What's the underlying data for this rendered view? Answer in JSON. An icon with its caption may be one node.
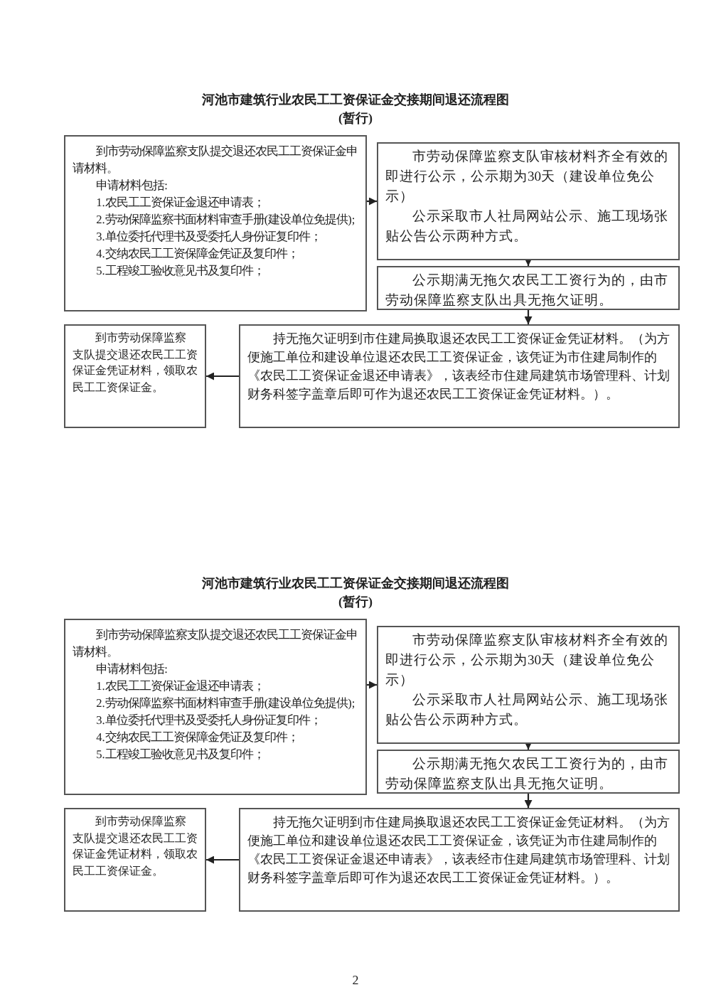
{
  "diagram": {
    "nodes": [
      {
        "text": [
          "到市劳动保障监察支队提交退还农民工工资保证金申请材料。",
          "申请材料包括:",
          "1.农民工工资保证金退还申请表；",
          "2.劳动保障监察书面材料审查手册(建设单位免提供);",
          "3.单位委托代理书及受委托人身份证复印件；",
          "4.交纳农民工工资保障金凭证及复印件；",
          "5.工程竣工验收意见书及复印件；"
        ]
      },
      {
        "text": [
          "市劳动保障监察支队审核材料齐全有效的即进行公示，公示期为30天（建设单位免公示）",
          "公示采取市人社局网站公示、施工现场张贴公告公示两种方式。"
        ]
      },
      {
        "text": [
          "公示期满无拖欠农民工工资行为的，由市劳动保障监察支队出具无拖欠证明。"
        ]
      },
      {
        "text": [
          "持无拖欠证明到市住建局换取退还农民工工资保证金凭证材料。（为方便施工单位和建设单位退还农民工工资保证金，该凭证为市住建局制作的《农民工工资保证金退还申请表》，该表经市住建局建筑市场管理科、计划财务科签字盖章后即可作为退还农民工工资保证金凭证材料。）。"
        ]
      },
      {
        "text": [
          "到市劳动保障监察支队提交退还农民工工资保证金凭证材料，领取农民工工资保证金。"
        ]
      },
      {
        "text": [
          "到市劳动保障监察支队提交退还农民工工资保证金申请材料。",
          "申请材料包括:",
          "1.农民工工资保证金退还申请表；",
          "2.劳动保障监察书面材料审查手册(建设单位免提供);",
          "3.单位委托代理书及受委托人身份证复印件；",
          "4.交纳农民工工资保障金凭证及复印件；",
          "5.工程竣工验收意见书及复印件；"
        ]
      },
      {
        "text": [
          "市劳动保障监察支队审核材料齐全有效的即进行公示，公示期为30天（建设单位免公示）",
          "公示采取市人社局网站公示、施工现场张贴公告公示两种方式。"
        ]
      },
      {
        "text": [
          "公示期满无拖欠农民工工资行为的，由市劳动保障监察支队出具无拖欠证明。"
        ]
      },
      {
        "text": [
          "持无拖欠证明到市住建局换取退还农民工工资保证金凭证材料。（为方便施工单位和建设单位退还农民工工资保证金，该凭证为市住建局制作的《农民工工资保证金退还申请表》，该表经市住建局建筑市场管理科、计划财务科签字盖章后即可作为退还农民工工资保证金凭证材料。）。"
        ]
      },
      {
        "text": [
          "到市劳动保障监察支队提交退还农民工工资保证金凭证材料，领取农民工工资保证金。"
        ]
      }
    ],
    "edges": [
      {
        "from": 0,
        "to": 1,
        "arrow": "to"
      },
      {
        "from": 1,
        "to": 2,
        "arrow": "to"
      },
      {
        "from": 2,
        "to": 3,
        "arrow": "to"
      },
      {
        "from": 3,
        "to": 4,
        "arrow": "to"
      },
      {
        "from": 5,
        "to": 6,
        "arrow": "to"
      },
      {
        "from": 6,
        "to": 7,
        "arrow": "to"
      },
      {
        "from": 7,
        "to": 8,
        "arrow": "to"
      },
      {
        "from": 8,
        "to": 9,
        "arrow": "to"
      }
    ],
    "labels": [
      "河池市建筑行业农民工工资保证金交接期间退还流程图",
      "(暂行)",
      "河池市建筑行业农民工工资保证金交接期间退还流程图",
      "(暂行)",
      "2"
    ]
  }
}
